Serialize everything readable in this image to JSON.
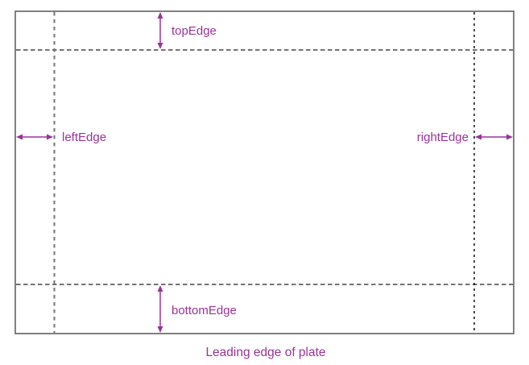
{
  "diagram": {
    "caption": "Leading edge of plate",
    "labels": {
      "top": "topEdge",
      "left": "leftEdge",
      "right": "rightEdge",
      "bottom": "bottomEdge"
    },
    "colors": {
      "annotation": "#993399",
      "plate_border": "#808080",
      "margin_dash": "#737373",
      "leading_edge_dash": "#000000",
      "background": "#ffffff"
    }
  }
}
